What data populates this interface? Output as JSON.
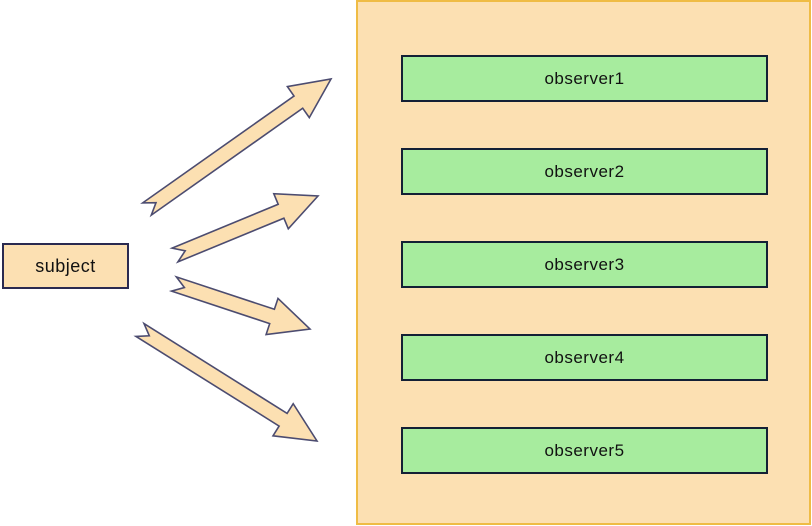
{
  "diagram": {
    "type": "observer-pattern",
    "subject": {
      "label": "subject"
    },
    "observers": [
      {
        "label": "observer1"
      },
      {
        "label": "observer2"
      },
      {
        "label": "observer3"
      },
      {
        "label": "observer4"
      },
      {
        "label": "observer5"
      }
    ],
    "arrows": [
      {
        "id": "arrow-1",
        "from": "subject",
        "to": "observers-panel"
      },
      {
        "id": "arrow-2",
        "from": "subject",
        "to": "observers-panel"
      },
      {
        "id": "arrow-3",
        "from": "subject",
        "to": "observers-panel"
      },
      {
        "id": "arrow-4",
        "from": "subject",
        "to": "observers-panel"
      }
    ]
  },
  "colors": {
    "peach": "#FCE0B2",
    "green": "#A7EC9E",
    "panel_border": "#EFBC45",
    "observer_border": "#132035",
    "subject_border": "#2A2A50",
    "arrow_outline": "#4C4C70",
    "text": "#111111"
  }
}
